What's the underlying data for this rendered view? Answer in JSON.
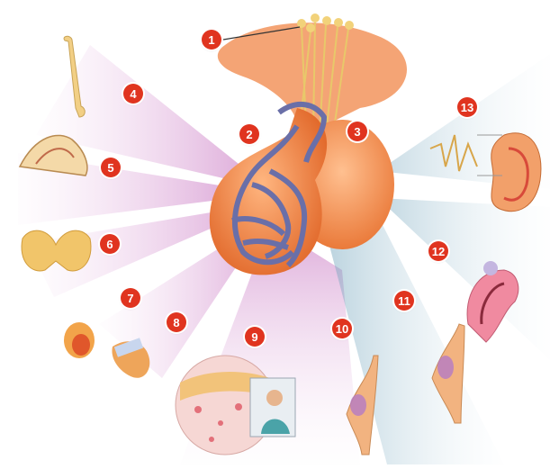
{
  "labels": [
    {
      "id": "1",
      "text": "1"
    },
    {
      "id": "2",
      "text": "2"
    },
    {
      "id": "3",
      "text": "3"
    },
    {
      "id": "4",
      "text": "4"
    },
    {
      "id": "5",
      "text": "5"
    },
    {
      "id": "6",
      "text": "6"
    },
    {
      "id": "7",
      "text": "7"
    },
    {
      "id": "8",
      "text": "8"
    },
    {
      "id": "9",
      "text": "9"
    },
    {
      "id": "10",
      "text": "10"
    },
    {
      "id": "11",
      "text": "11"
    },
    {
      "id": "12",
      "text": "12"
    },
    {
      "id": "13",
      "text": "13"
    }
  ],
  "colors": {
    "badge": "#e0341f",
    "gland": "#f08a4a",
    "vessels": "#6a6fa8",
    "purple_rays": "#c04fb8",
    "blue_rays": "#7fb0c8",
    "nerves": "#e8c86a"
  }
}
